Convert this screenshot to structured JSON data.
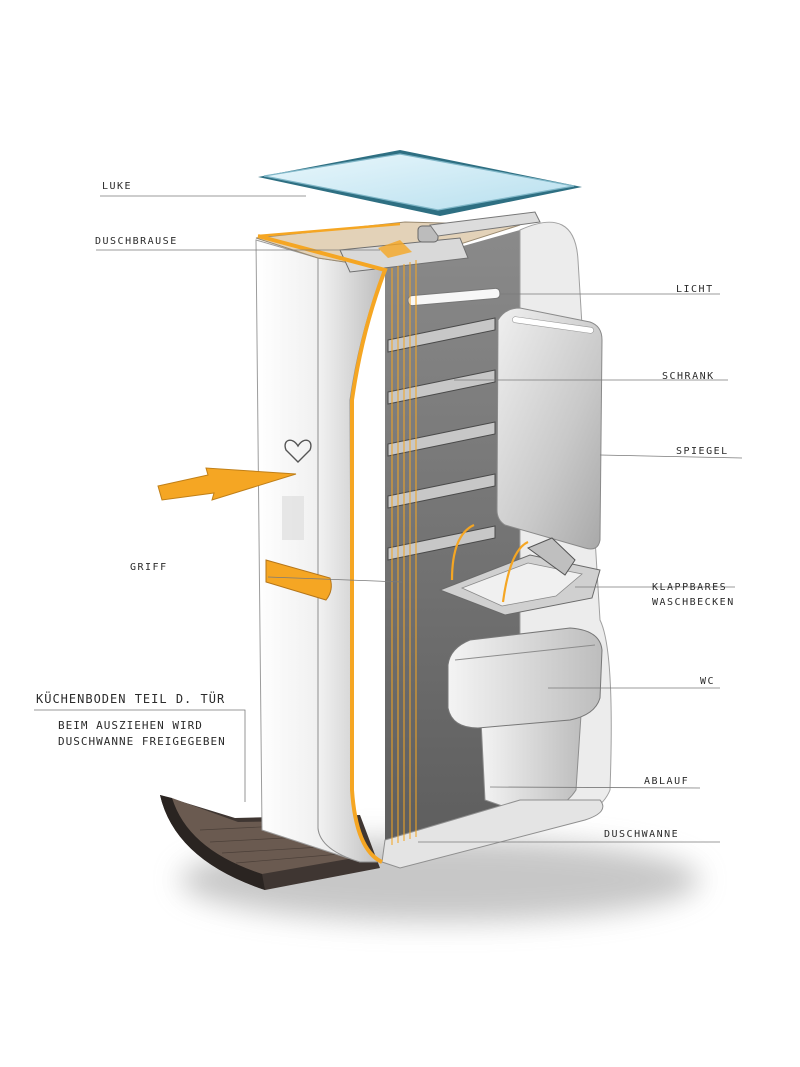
{
  "labels": {
    "luke": "Luke",
    "duschbrause": "Duschbrause",
    "licht": "Licht",
    "schrank": "Schrank",
    "spiegel": "Spiegel",
    "griff": "Griff",
    "klappbares_line1": "Klappbares",
    "klappbares_line2": "Waschbecken",
    "wc": "WC",
    "ablauf": "Ablauf",
    "duschwanne": "Duschwanne"
  },
  "note": {
    "line1": "Küchenboden Teil d. Tür",
    "line2": "Beim Ausziehen wird",
    "line3": "Duschwanne freigegeben"
  },
  "colors": {
    "accent": "#f5a623",
    "body_white": "#f4f4f4",
    "shadow": "#bdbdbd",
    "wood": "#5a4a40",
    "glass": "#cfe9f3"
  }
}
